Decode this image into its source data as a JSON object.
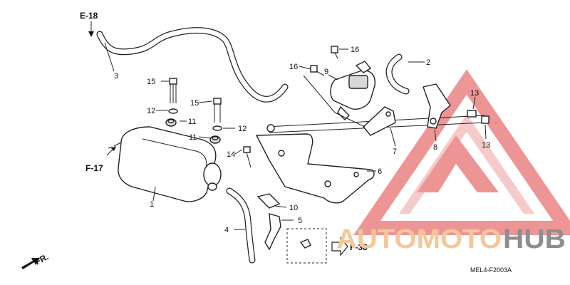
{
  "refs": {
    "top": "E-18",
    "left": "F-17",
    "bottom": "F-38",
    "front": "FR."
  },
  "callouts": [
    "1",
    "2",
    "3",
    "4",
    "5",
    "6",
    "7",
    "8",
    "9",
    "10",
    "11",
    "11",
    "12",
    "12",
    "13",
    "13",
    "14",
    "15",
    "15",
    "16",
    "16"
  ],
  "diagram_code": "MEL4-F2003A",
  "watermark": {
    "part1": "AUTOMOTO",
    "part2": "HUB",
    "color_triangle": "#e04040",
    "color_text1": "#f5c79a",
    "color_text2": "#8e8e8e"
  }
}
